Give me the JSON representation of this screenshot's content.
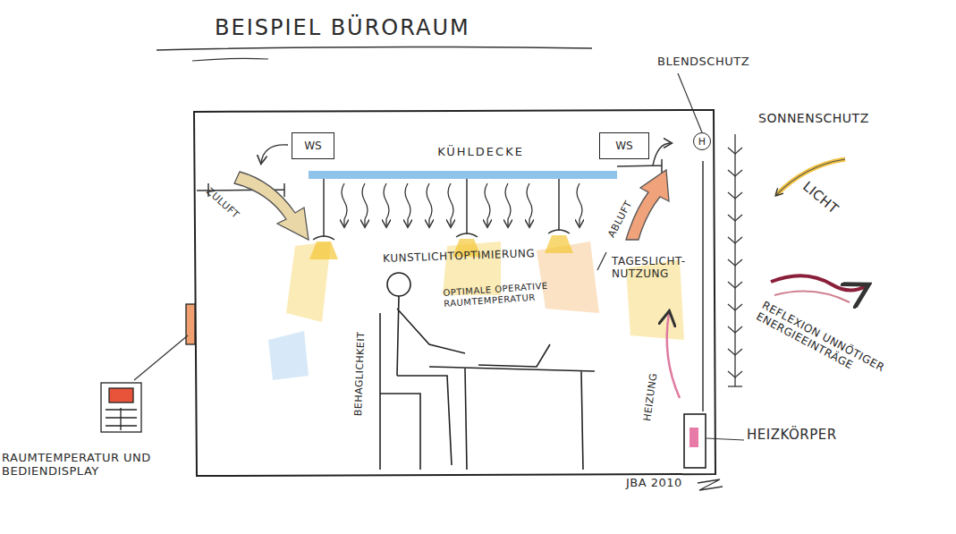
{
  "diagram": {
    "title": "BEISPIEL BÜRORAUM",
    "nodes": [
      {
        "text": [
          "WS"
        ]
      },
      {
        "text": [
          "WS"
        ]
      },
      {
        "text": [
          "KÜHLDECKE"
        ]
      },
      {
        "text": [
          "H"
        ]
      }
    ],
    "labels": [
      "BLENDSCHUTZ",
      "SONNENSCHUTZ",
      "LICHT",
      "ZULUFT",
      "ABLUFT",
      "KUNSTLICHTOPTIMIERUNG",
      "TAGESLICHT-NUTZUNG",
      "BEHAGLICHKEIT",
      "OPTIMALE OPERATIVE RAUMTEMPERATUR",
      "HEIZUNG",
      "REFLEXION UNNÖTIGER ENERGIEEINTRÄGE",
      "HEIZKÖRPER",
      "RAUMTEMPERATUR UND BEDIENDISPLAY",
      "JBA 2010"
    ]
  }
}
